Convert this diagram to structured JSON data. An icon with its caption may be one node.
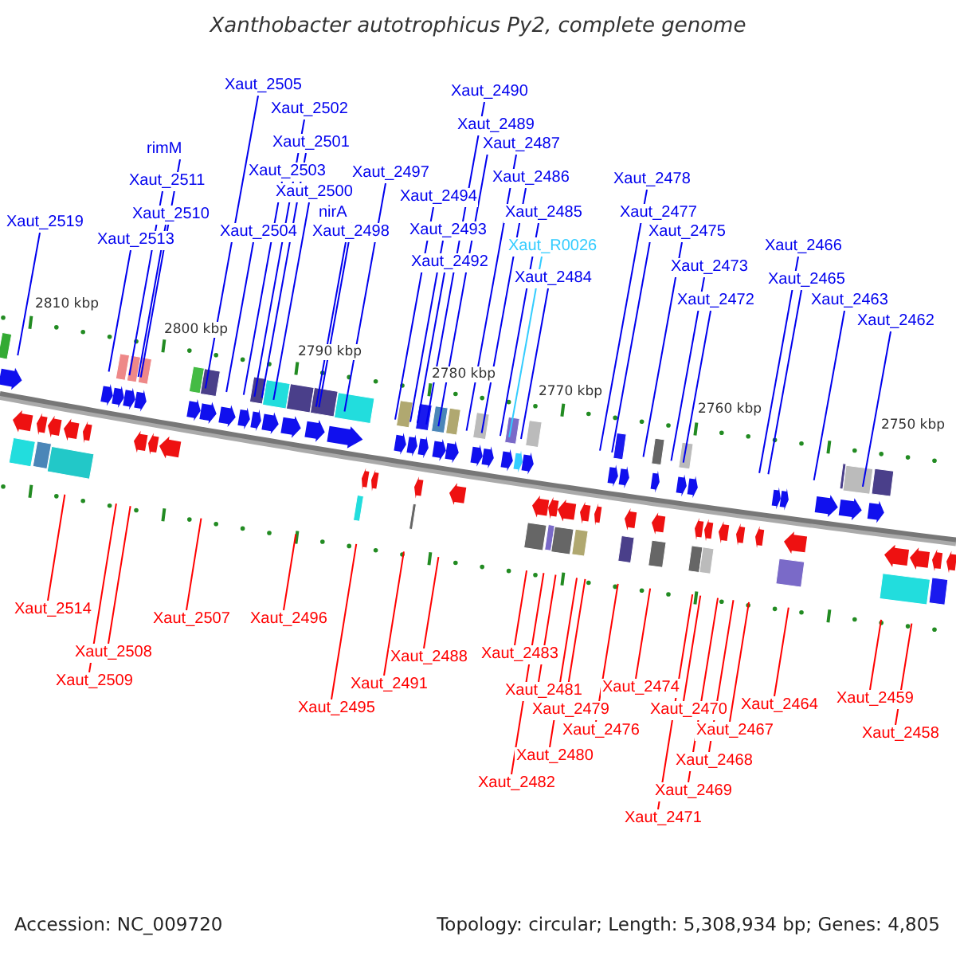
{
  "diagram": {
    "title": "Xanthobacter autotrophicus Py2, complete genome",
    "nodes": [
      {
        "text": [
          "Xaut_2505"
        ]
      },
      {
        "text": [
          "Xaut_2490"
        ]
      },
      {
        "text": [
          "Xaut_2502"
        ]
      },
      {
        "text": [
          "Xaut_2489"
        ]
      },
      {
        "text": [
          "Xaut_2501"
        ]
      },
      {
        "text": [
          "Xaut_2487"
        ]
      },
      {
        "text": [
          "rimM"
        ]
      },
      {
        "text": [
          "Xaut_2503"
        ]
      },
      {
        "text": [
          "Xaut_2497"
        ]
      },
      {
        "text": [
          "Xaut_2486"
        ]
      },
      {
        "text": [
          "Xaut_2478"
        ]
      },
      {
        "text": [
          "Xaut_2511"
        ]
      },
      {
        "text": [
          "Xaut_2500"
        ]
      },
      {
        "text": [
          "Xaut_2494"
        ]
      },
      {
        "text": [
          "nirA"
        ]
      },
      {
        "text": [
          "Xaut_2510"
        ]
      },
      {
        "text": [
          "Xaut_2485"
        ]
      },
      {
        "text": [
          "Xaut_2477"
        ]
      },
      {
        "text": [
          "Xaut_2519"
        ]
      },
      {
        "text": [
          "Xaut_2504"
        ]
      },
      {
        "text": [
          "Xaut_2498"
        ]
      },
      {
        "text": [
          "Xaut_2493"
        ]
      },
      {
        "text": [
          "Xaut_2475"
        ]
      },
      {
        "text": [
          "Xaut_2513"
        ]
      },
      {
        "text": [
          "Xaut_R0026"
        ]
      },
      {
        "text": [
          "Xaut_2466"
        ]
      },
      {
        "text": [
          "Xaut_2492"
        ]
      },
      {
        "text": [
          "Xaut_2473"
        ]
      },
      {
        "text": [
          "Xaut_2484"
        ]
      },
      {
        "text": [
          "Xaut_2465"
        ]
      },
      {
        "text": [
          "Xaut_2472"
        ]
      },
      {
        "text": [
          "Xaut_2463"
        ]
      },
      {
        "text": [
          "Xaut_2462"
        ]
      },
      {
        "text": [
          "Xaut_2514"
        ]
      },
      {
        "text": [
          "Xaut_2507"
        ]
      },
      {
        "text": [
          "Xaut_2496"
        ]
      },
      {
        "text": [
          "Xaut_2483"
        ]
      },
      {
        "text": [
          "Xaut_2508"
        ]
      },
      {
        "text": [
          "Xaut_2488"
        ]
      },
      {
        "text": [
          "Xaut_2509"
        ]
      },
      {
        "text": [
          "Xaut_2491"
        ]
      },
      {
        "text": [
          "Xaut_2474"
        ]
      },
      {
        "text": [
          "Xaut_2481"
        ]
      },
      {
        "text": [
          "Xaut_2459"
        ]
      },
      {
        "text": [
          "Xaut_2464"
        ]
      },
      {
        "text": [
          "Xaut_2495"
        ]
      },
      {
        "text": [
          "Xaut_2479"
        ]
      },
      {
        "text": [
          "Xaut_2470"
        ]
      },
      {
        "text": [
          "Xaut_2476"
        ]
      },
      {
        "text": [
          "Xaut_2467"
        ]
      },
      {
        "text": [
          "Xaut_2458"
        ]
      },
      {
        "text": [
          "Xaut_2480"
        ]
      },
      {
        "text": [
          "Xaut_2468"
        ]
      },
      {
        "text": [
          "Xaut_2482"
        ]
      },
      {
        "text": [
          "Xaut_2469"
        ]
      },
      {
        "text": [
          "Xaut_2471"
        ]
      }
    ],
    "edges": [
      {
        "from": 0,
        "to": null,
        "arrow": "none"
      },
      {
        "from": 1,
        "to": null,
        "arrow": "none"
      },
      {
        "from": 2,
        "to": null,
        "arrow": "none"
      },
      {
        "from": 3,
        "to": null,
        "arrow": "none"
      },
      {
        "from": 4,
        "to": null,
        "arrow": "none"
      },
      {
        "from": 5,
        "to": null,
        "arrow": "none"
      },
      {
        "from": 6,
        "to": null,
        "arrow": "none"
      },
      {
        "from": 7,
        "to": null,
        "arrow": "none"
      },
      {
        "from": 8,
        "to": null,
        "arrow": "none"
      },
      {
        "from": 9,
        "to": null,
        "arrow": "none"
      },
      {
        "from": 10,
        "to": null,
        "arrow": "none"
      },
      {
        "from": 11,
        "to": null,
        "arrow": "none"
      },
      {
        "from": 12,
        "to": null,
        "arrow": "none"
      },
      {
        "from": 13,
        "to": null,
        "arrow": "none"
      },
      {
        "from": 14,
        "to": null,
        "arrow": "none"
      },
      {
        "from": 15,
        "to": null,
        "arrow": "none"
      },
      {
        "from": 16,
        "to": null,
        "arrow": "none"
      },
      {
        "from": 17,
        "to": null,
        "arrow": "none"
      },
      {
        "from": 18,
        "to": null,
        "arrow": "none"
      },
      {
        "from": 19,
        "to": null,
        "arrow": "none"
      },
      {
        "from": 20,
        "to": null,
        "arrow": "none"
      },
      {
        "from": 21,
        "to": null,
        "arrow": "none"
      },
      {
        "from": 22,
        "to": null,
        "arrow": "none"
      },
      {
        "from": 23,
        "to": null,
        "arrow": "none"
      },
      {
        "from": 24,
        "to": null,
        "arrow": "none",
        "color": "#33ccff"
      },
      {
        "from": 25,
        "to": null,
        "arrow": "none"
      },
      {
        "from": 26,
        "to": null,
        "arrow": "none"
      },
      {
        "from": 27,
        "to": null,
        "arrow": "none"
      },
      {
        "from": 28,
        "to": null,
        "arrow": "none"
      },
      {
        "from": 29,
        "to": null,
        "arrow": "none"
      },
      {
        "from": 30,
        "to": null,
        "arrow": "none"
      },
      {
        "from": 31,
        "to": null,
        "arrow": "none"
      },
      {
        "from": 32,
        "to": null,
        "arrow": "none"
      },
      {
        "from": 33,
        "to": null,
        "arrow": "none",
        "color": "#ff0000"
      },
      {
        "from": 34,
        "to": null,
        "arrow": "none",
        "color": "#ff0000"
      },
      {
        "from": 35,
        "to": null,
        "arrow": "none",
        "color": "#ff0000"
      },
      {
        "from": 36,
        "to": null,
        "arrow": "none",
        "color": "#ff0000"
      },
      {
        "from": 37,
        "to": null,
        "arrow": "none",
        "color": "#ff0000"
      },
      {
        "from": 38,
        "to": null,
        "arrow": "none",
        "color": "#ff0000"
      },
      {
        "from": 39,
        "to": null,
        "arrow": "none",
        "color": "#ff0000"
      },
      {
        "from": 40,
        "to": null,
        "arrow": "none",
        "color": "#ff0000"
      },
      {
        "from": 41,
        "to": null,
        "arrow": "none",
        "color": "#ff0000"
      },
      {
        "from": 42,
        "to": null,
        "arrow": "none",
        "color": "#ff0000"
      },
      {
        "from": 43,
        "to": null,
        "arrow": "none",
        "color": "#ff0000"
      },
      {
        "from": 44,
        "to": null,
        "arrow": "none",
        "color": "#ff0000"
      },
      {
        "from": 45,
        "to": null,
        "arrow": "none",
        "color": "#ff0000"
      },
      {
        "from": 46,
        "to": null,
        "arrow": "none",
        "color": "#ff0000"
      },
      {
        "from": 47,
        "to": null,
        "arrow": "none",
        "color": "#ff0000"
      },
      {
        "from": 48,
        "to": null,
        "arrow": "none",
        "color": "#ff0000"
      },
      {
        "from": 49,
        "to": null,
        "arrow": "none",
        "color": "#ff0000"
      },
      {
        "from": 50,
        "to": null,
        "arrow": "none",
        "color": "#ff0000"
      },
      {
        "from": 51,
        "to": null,
        "arrow": "none",
        "color": "#ff0000"
      },
      {
        "from": 52,
        "to": null,
        "arrow": "none",
        "color": "#ff0000"
      },
      {
        "from": 53,
        "to": null,
        "arrow": "none",
        "color": "#ff0000"
      },
      {
        "from": 54,
        "to": null,
        "arrow": "none",
        "color": "#ff0000"
      },
      {
        "from": 55,
        "to": null,
        "arrow": "none",
        "color": "#ff0000"
      }
    ],
    "labels": [
      "2810 kbp",
      "2800 kbp",
      "2790 kbp",
      "2780 kbp",
      "2770 kbp",
      "2760 kbp",
      "2750 kbp",
      "Accession: NC_009720",
      "Topology: circular; Length: 5,308,934 bp; Genes: 4,805"
    ]
  }
}
